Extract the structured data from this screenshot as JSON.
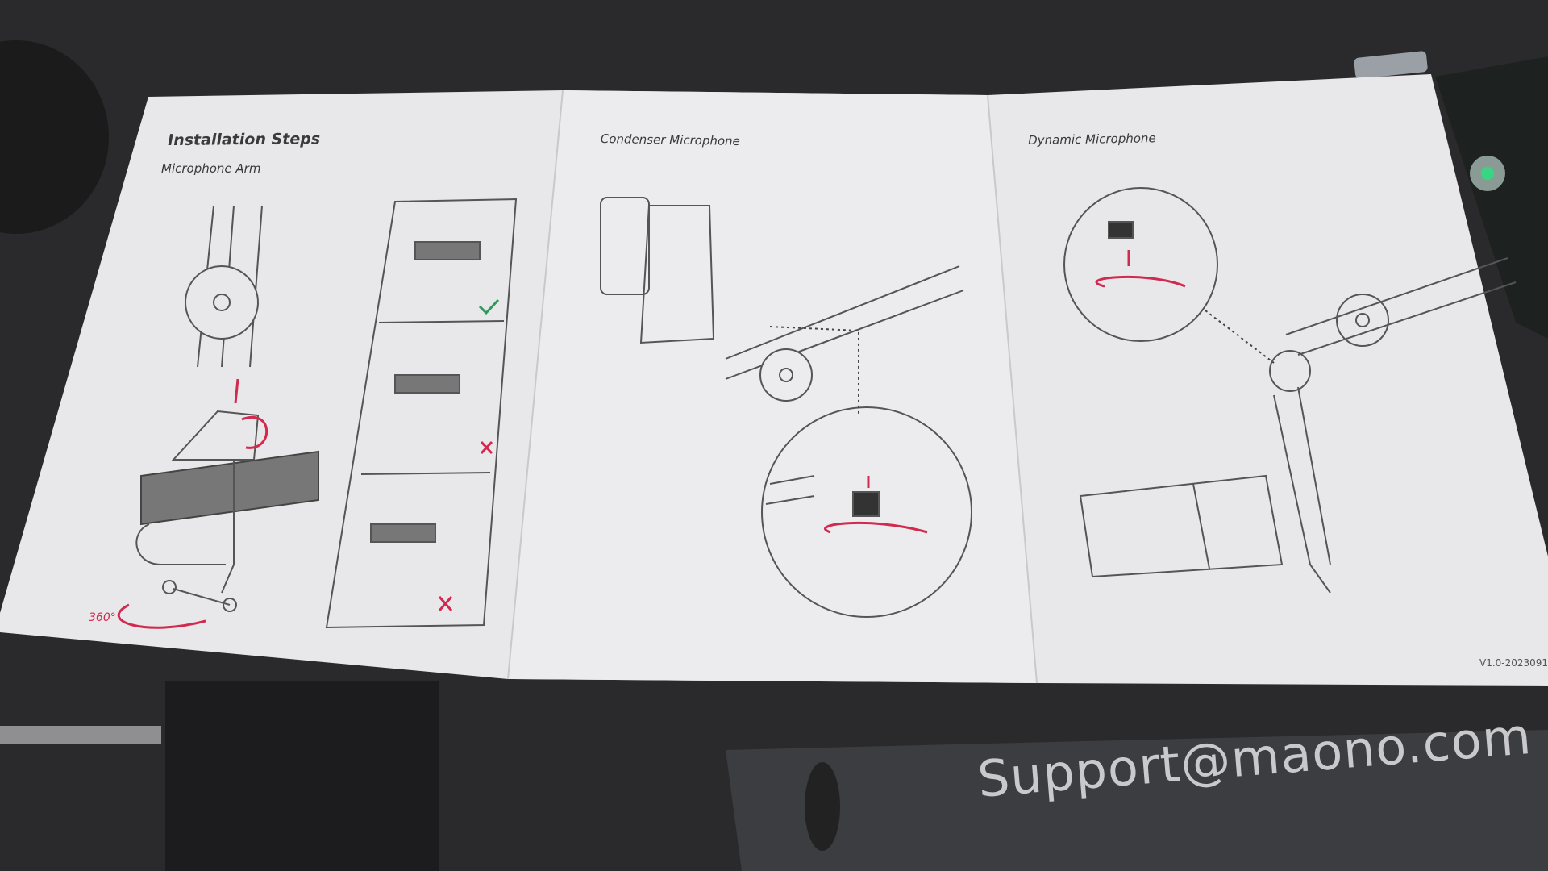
{
  "manual": {
    "panel1": {
      "title": "Installation Steps",
      "subtitle": "Microphone Arm",
      "rotation_label": "360°"
    },
    "panel2": {
      "title": "Condenser Microphone"
    },
    "panel3": {
      "title": "Dynamic Microphone"
    },
    "version": "V1.0-2023091"
  },
  "strap": {
    "text": "Support@maono.com"
  },
  "colors": {
    "accent": "#d2294f",
    "paper": "#e9e9eb",
    "check": "#2e9a5a"
  }
}
